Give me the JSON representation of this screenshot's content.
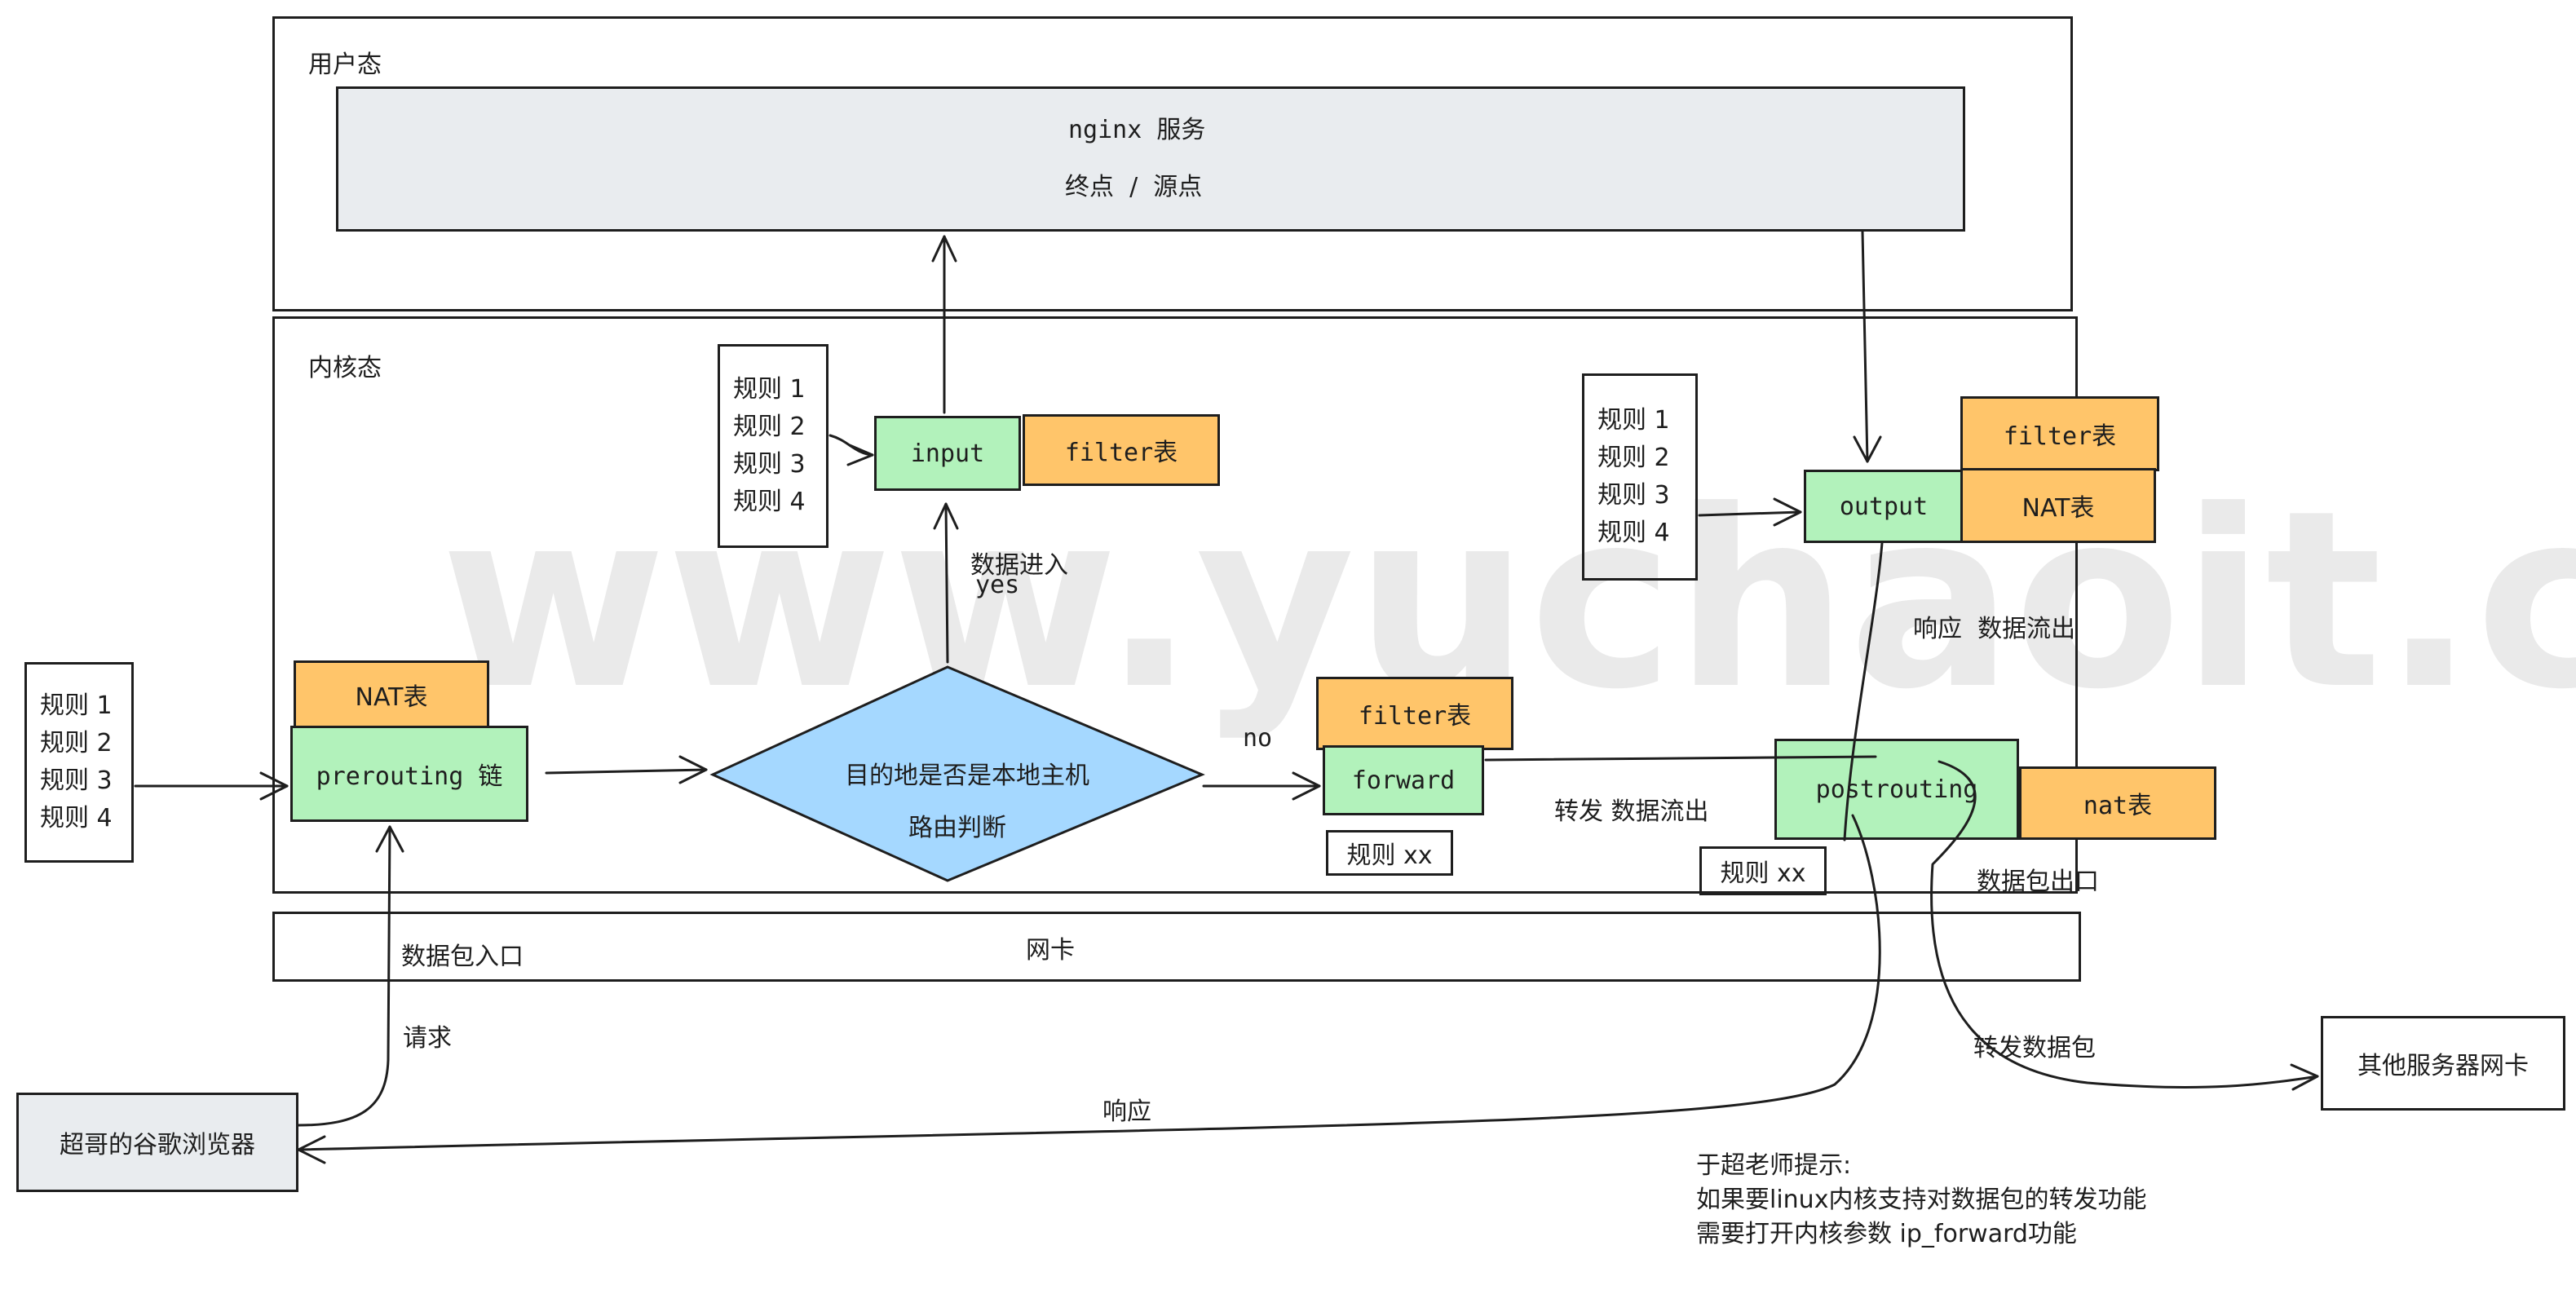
{
  "user_space": {
    "label": "用户态",
    "nginx": {
      "title": "nginx 服务",
      "subtitle": "终点  /  源点"
    }
  },
  "kernel_space": {
    "label": "内核态"
  },
  "nic": {
    "label": "网卡"
  },
  "left_rules": [
    "规则 1",
    "规则 2",
    "规则 3",
    "规则 4"
  ],
  "input_rules": [
    "规则 1",
    "规则 2",
    "规则 3",
    "规则 4"
  ],
  "output_rules": [
    "规则 1",
    "规则 2",
    "规则 3",
    "规则 4"
  ],
  "prerouting": {
    "chain": "prerouting 链",
    "nat_table": "NAT表"
  },
  "input": {
    "chain": "input",
    "filter_table": "filter表"
  },
  "forward": {
    "chain": "forward",
    "filter_table": "filter表",
    "rule": "规则 xx"
  },
  "output": {
    "chain": "output",
    "filter_table": "filter表",
    "nat_table": "NAT表"
  },
  "postrouting": {
    "chain": "postrouting",
    "nat_table": "nat表",
    "rule": "规则 xx"
  },
  "decision": {
    "line1": "目的地是否是本地主机",
    "line2": "路由判断"
  },
  "edge_labels": {
    "data_in": "数据进入",
    "yes": "yes",
    "no": "no",
    "forward_out": "转发 数据流出",
    "response_out": "响应  数据流出",
    "packet_exit": "数据包出口",
    "packet_entry": "数据包入口",
    "request": "请求",
    "response": "响应",
    "forward_packet": "转发数据包"
  },
  "browser": {
    "label": "超哥的谷歌浏览器"
  },
  "other_server": {
    "label": "其他服务器网卡"
  },
  "note": {
    "line1": "于超老师提示:",
    "line2": "如果要linux内核支持对数据包的转发功能",
    "line3": "需要打开内核参数 ip_forward功能"
  },
  "watermark": "www.yuchaoit.cn",
  "colors": {
    "chain_green": "#b2f2bb",
    "table_orange": "#ffc56a",
    "nginx_grey": "#e9ecef",
    "decision_blue": "#a5d8ff"
  }
}
